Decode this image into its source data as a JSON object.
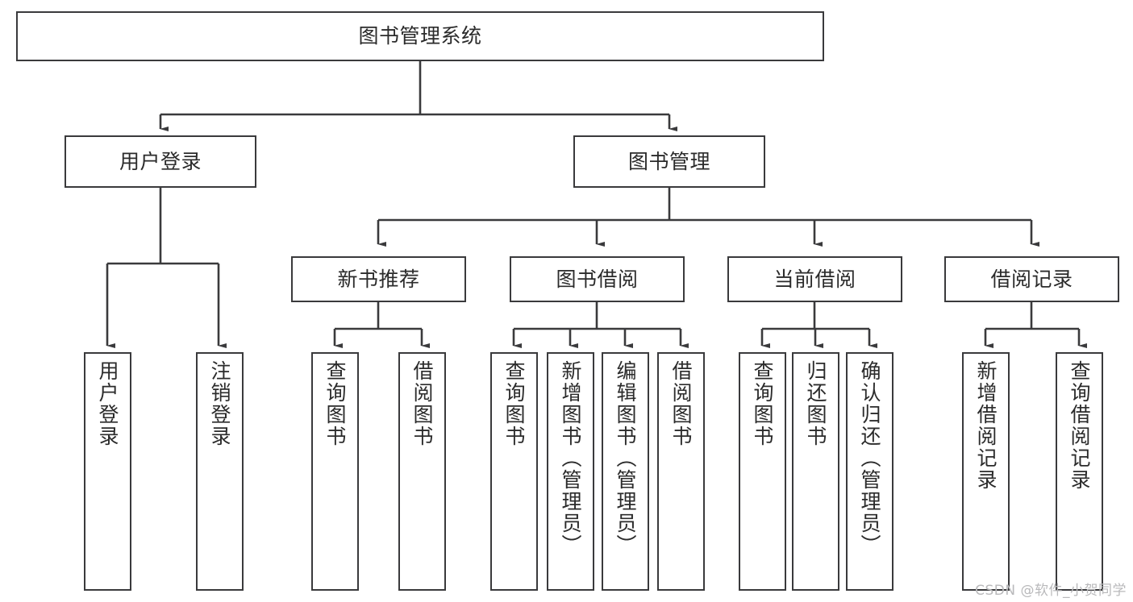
{
  "diagram": {
    "type": "tree-hierarchy",
    "title": "图书管理系统",
    "root": {
      "id": "root",
      "label": "图书管理系统",
      "orientation": "horizontal"
    },
    "level2": [
      {
        "id": "user-login",
        "label": "用户登录",
        "orientation": "horizontal"
      },
      {
        "id": "book-manage",
        "label": "图书管理",
        "orientation": "horizontal"
      }
    ],
    "level3": [
      {
        "id": "new-book-recommend",
        "label": "新书推荐",
        "orientation": "horizontal",
        "parent": "book-manage"
      },
      {
        "id": "book-borrow",
        "label": "图书借阅",
        "orientation": "horizontal",
        "parent": "book-manage"
      },
      {
        "id": "current-borrow",
        "label": "当前借阅",
        "orientation": "horizontal",
        "parent": "book-manage"
      },
      {
        "id": "borrow-record",
        "label": "借阅记录",
        "orientation": "horizontal",
        "parent": "book-manage"
      }
    ],
    "leaves": [
      {
        "id": "leaf-user-login",
        "label": "用户登录",
        "parent": "user-login"
      },
      {
        "id": "leaf-user-logout",
        "label": "注销登录",
        "parent": "user-login"
      },
      {
        "id": "leaf-query-book-1",
        "label": "查询图书",
        "parent": "new-book-recommend"
      },
      {
        "id": "leaf-borrow-book-1",
        "label": "借阅图书",
        "parent": "new-book-recommend"
      },
      {
        "id": "leaf-query-book-2",
        "label": "查询图书",
        "parent": "book-borrow"
      },
      {
        "id": "leaf-add-book",
        "label": "新增图书（管理员）",
        "parent": "book-borrow"
      },
      {
        "id": "leaf-edit-book",
        "label": "编辑图书（管理员）",
        "parent": "book-borrow"
      },
      {
        "id": "leaf-borrow-book-2",
        "label": "借阅图书",
        "parent": "book-borrow"
      },
      {
        "id": "leaf-query-book-3",
        "label": "查询图书",
        "parent": "current-borrow"
      },
      {
        "id": "leaf-return-book",
        "label": "归还图书",
        "parent": "current-borrow"
      },
      {
        "id": "leaf-confirm-return",
        "label": "确认归还（管理员）",
        "parent": "current-borrow"
      },
      {
        "id": "leaf-add-record",
        "label": "新增借阅记录",
        "parent": "borrow-record"
      },
      {
        "id": "leaf-query-record",
        "label": "查询借阅记录",
        "parent": "borrow-record"
      }
    ],
    "colors": {
      "stroke": "#3a3a3c",
      "text": "#2b2b2b",
      "background": "#ffffff",
      "watermark": "#b9b9bb"
    }
  },
  "watermark": {
    "text": "CSDN @软件_小贺同学"
  }
}
